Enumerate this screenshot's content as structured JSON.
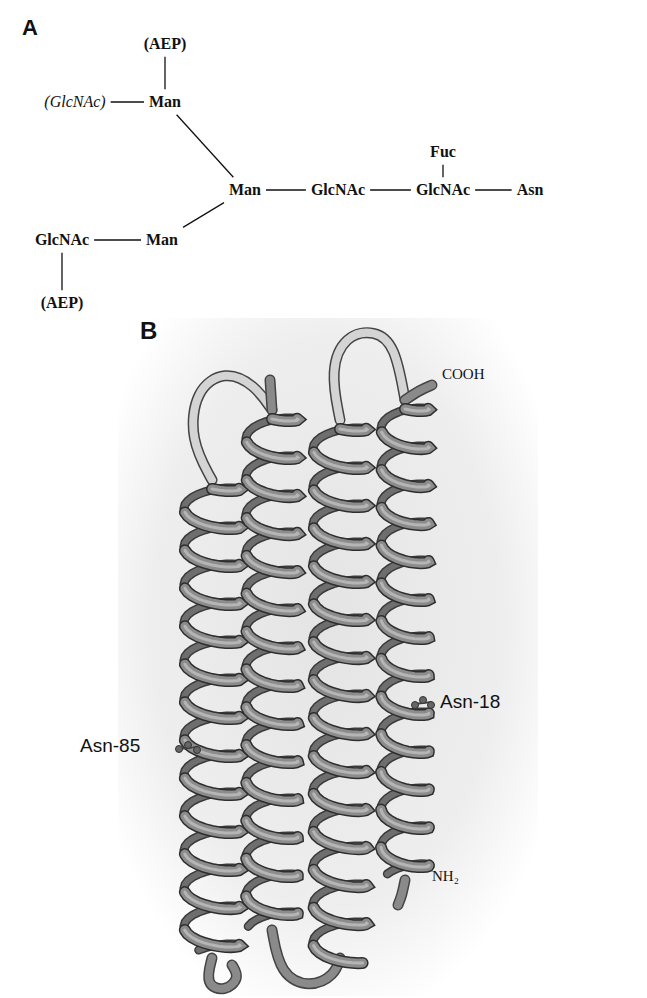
{
  "diagram": {
    "nodes": [
      {
        "text": [
          "(AEP)"
        ]
      },
      {
        "text": [
          "(GlcNAc)"
        ]
      },
      {
        "text": [
          "Man"
        ]
      },
      {
        "text": [
          "Fuc"
        ]
      },
      {
        "text": [
          "Man"
        ]
      },
      {
        "text": [
          "GlcNAc"
        ]
      },
      {
        "text": [
          "GlcNAc"
        ]
      },
      {
        "text": [
          "Asn"
        ]
      },
      {
        "text": [
          "GlcNAc"
        ]
      },
      {
        "text": [
          "Man"
        ]
      },
      {
        "text": [
          "(AEP)"
        ]
      }
    ],
    "edges": [
      {
        "from": 0,
        "to": 2,
        "arrow": "none"
      },
      {
        "from": 1,
        "to": 2,
        "arrow": "none"
      },
      {
        "from": 2,
        "to": 4,
        "arrow": "none"
      },
      {
        "from": 3,
        "to": 6,
        "arrow": "none"
      },
      {
        "from": 4,
        "to": 5,
        "arrow": "none"
      },
      {
        "from": 5,
        "to": 6,
        "arrow": "none"
      },
      {
        "from": 6,
        "to": 7,
        "arrow": "none"
      },
      {
        "from": 8,
        "to": 9,
        "arrow": "none"
      },
      {
        "from": 9,
        "to": 4,
        "arrow": "none"
      },
      {
        "from": 8,
        "to": 10,
        "arrow": "none"
      }
    ],
    "labels": [
      "A",
      "B",
      "COOH",
      "NH₂",
      "Asn-85",
      "Asn-18"
    ]
  }
}
